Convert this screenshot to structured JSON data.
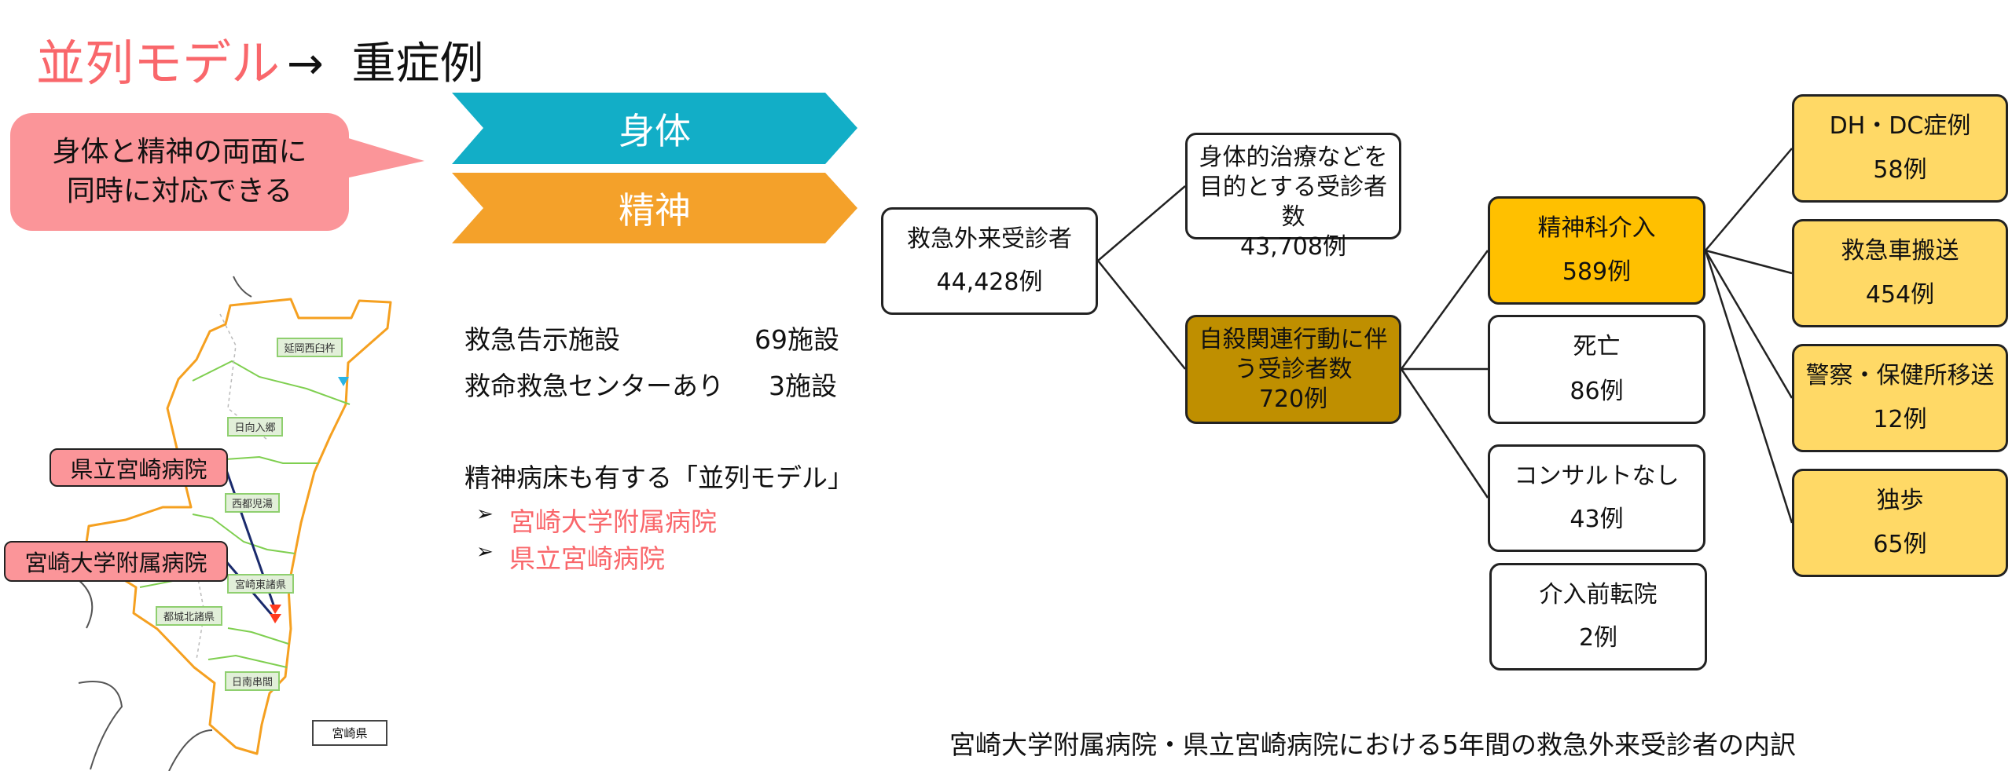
{
  "header": {
    "title": "並列モデル",
    "arrow": "→",
    "subtitle": "重症例"
  },
  "callout": {
    "lines": [
      "身体と精神の両面に",
      "同時に対応できる"
    ]
  },
  "chevrons": [
    {
      "label": "身体",
      "color": "#12aec7"
    },
    {
      "label": "精神",
      "color": "#f4a12a"
    }
  ],
  "facilities": [
    {
      "label": "救急告示施設",
      "value": "69施設"
    },
    {
      "label": "救命救急センターあり",
      "value": "3施設"
    }
  ],
  "parallel_model": {
    "heading": "精神病床も有する「並列モデル」",
    "bullet": "➢",
    "hospitals": [
      "宮崎大学附属病院",
      "県立宮崎病院"
    ]
  },
  "map": {
    "hospital_labels": [
      "県立宮崎病院",
      "宮崎大学附属病院"
    ],
    "regions": [
      "延岡西臼杵",
      "日向入郷",
      "西都児湯",
      "宮崎東諸県",
      "都城北諸県",
      "日南串間"
    ],
    "prefecture": "宮崎県"
  },
  "tree": {
    "root": {
      "label": "救急外来受診者",
      "value": "44,428例"
    },
    "physical": {
      "label": "身体的治療などを目的とする受診者数",
      "value": "43,708例"
    },
    "suicide": {
      "label": "自殺関連行動に伴う受診者数",
      "value": "720例"
    },
    "psych": {
      "label": "精神科介入",
      "value": "589例"
    },
    "death": {
      "label": "死亡",
      "value": "86例"
    },
    "no_consult": {
      "label": "コンサルトなし",
      "value": "43例"
    },
    "transfer": {
      "label": "介入前転院",
      "value": "2例"
    },
    "dhdc": {
      "label": "DH・DC症例",
      "value": "58例"
    },
    "ambulance": {
      "label": "救急車搬送",
      "value": "454例"
    },
    "police": {
      "label": "警察・保健所移送",
      "value": "12例"
    },
    "walk": {
      "label": "独歩",
      "value": "65例"
    }
  },
  "caption": "宮崎大学附属病院・県立宮崎病院における5年間の救急外来受診者の内訳"
}
